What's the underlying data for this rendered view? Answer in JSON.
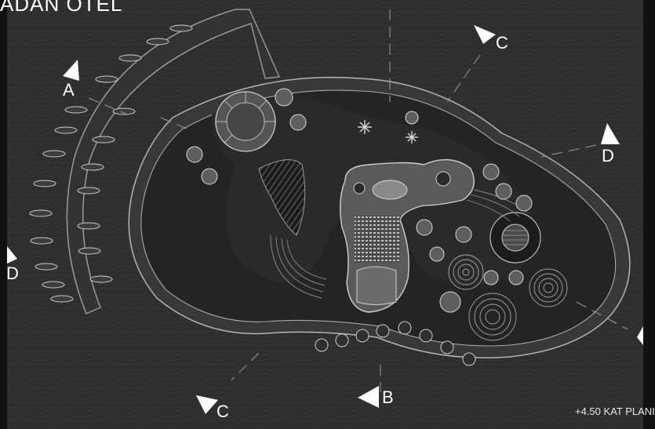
{
  "title": "ADAN OTEL",
  "level_label": "+4.50 KAT PLANI",
  "section_markers": {
    "a": "A",
    "b": "B",
    "c_top": "C",
    "c_bottom": "C",
    "d_right": "D",
    "d_left": "D"
  },
  "colors": {
    "water": "#2e2e2e",
    "island_fill": "#3a3a3a",
    "island_inner": "#1e1e1e",
    "line": "#bdbdbd",
    "text": "#ffffff"
  },
  "icons": [
    "section-arrow-icon",
    "tree-icon",
    "boat-icon",
    "palm-icon"
  ]
}
